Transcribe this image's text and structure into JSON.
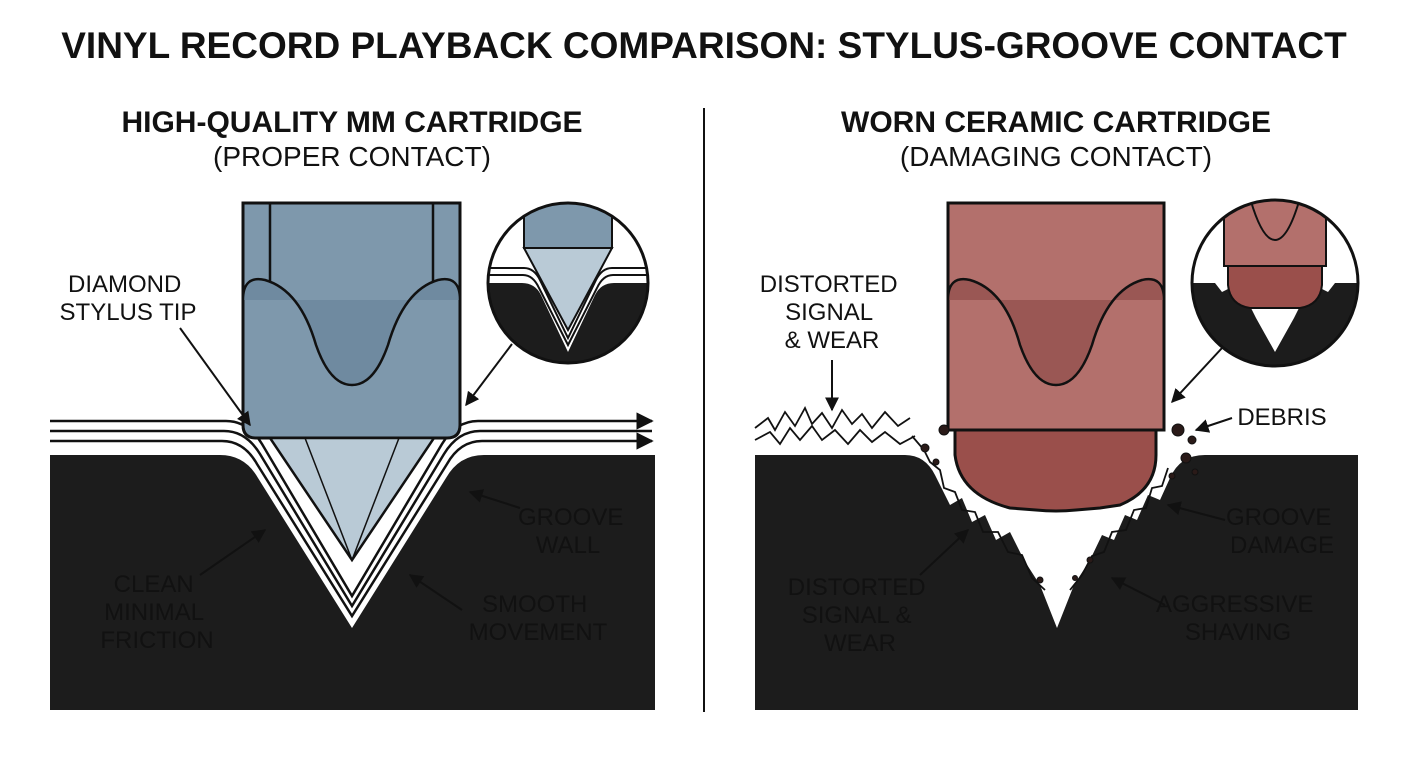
{
  "title": "VINYL RECORD PLAYBACK COMPARISON: STYLUS-GROOVE CONTACT",
  "colors": {
    "record": "#1c1c1c",
    "good_body": "#7e98ac",
    "good_body_dark": "#5e7a90",
    "good_tip": "#b9cad6",
    "bad_body": "#a8625f",
    "bad_body_dark": "#8a4744",
    "line": "#111111"
  },
  "left_panel": {
    "heading": "HIGH-QUALITY MM CARTRIDGE",
    "subheading": "(PROPER CONTACT)",
    "labels": {
      "stylus_tip": [
        "DIAMOND",
        "STYLUS TIP"
      ],
      "groove_wall": [
        "GROOVE",
        "WALL"
      ],
      "clean": [
        "CLEAN",
        "MINIMAL",
        "FRICTION"
      ],
      "smooth": [
        "SMOOTH",
        "MOVEMENT"
      ]
    }
  },
  "right_panel": {
    "heading": "WORN CERAMIC CARTRIDGE",
    "subheading": "(DAMAGING CONTACT)",
    "labels": {
      "top_distorted": [
        "DISTORTED",
        "SIGNAL",
        "& WEAR"
      ],
      "debris": [
        "DEBRIS"
      ],
      "groove_damage": [
        "GROOVE",
        "DAMAGE"
      ],
      "bottom_distorted": [
        "DISTORTED",
        "SIGNAL &",
        "WEAR"
      ],
      "shaving": [
        "AGGRESSIVE",
        "SHAVING"
      ]
    }
  }
}
